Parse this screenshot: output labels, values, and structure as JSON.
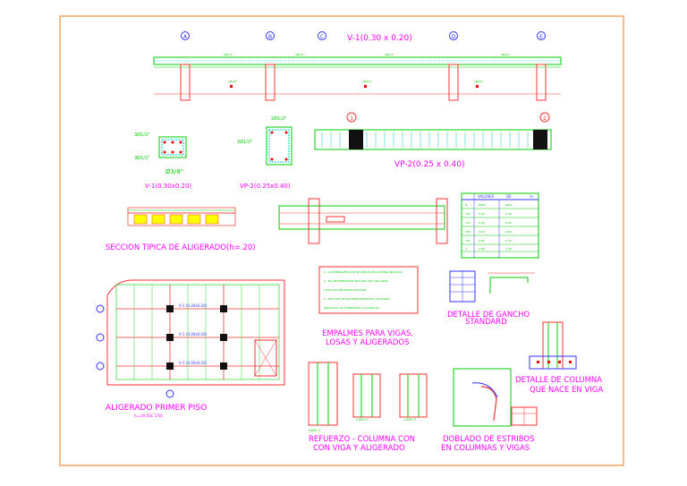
{
  "colors": {
    "border": "#f4a460",
    "steel": "#00cc00",
    "concrete": "#ff3333",
    "labels_magenta": "#ff00ff",
    "labels_blue": "#3333ff",
    "hatch": "#00cccc",
    "section_red": "#ff0000"
  },
  "grid_bubbles_top": [
    "A",
    "B",
    "C",
    "D",
    "E"
  ],
  "beam_v1": {
    "title": "V-1(0.30 x 0.20)"
  },
  "section_v1": {
    "label": "V-1(0.30x0.20)",
    "stirrup": "Ø3/8\"",
    "bars_top": "3Ø1/2\"",
    "bars_bottom": "3Ø1/2\""
  },
  "section_vp2": {
    "label": "VP-2(0.25x0.40)",
    "bars_top": "2Ø1/2\"",
    "bars_bottom": "2Ø1/2\""
  },
  "beam_vp2": {
    "title": "VP-2(0.25 x 0.40)",
    "bubble_left": "1",
    "bubble_right": "2"
  },
  "aligerado_section": {
    "title": "SECCION TIPICA DE ALIGERADO(h=.20)"
  },
  "empalmes": {
    "title_line1": "EMPALMES PARA VIGAS,",
    "title_line2": "LOSAS Y ALIGERADOS"
  },
  "table": {
    "header": [
      "VALORES",
      "DE",
      "m"
    ],
    "rows": [
      [
        "Ø",
        "Ø3/8",
        "Ø3/8"
      ],
      [
        "3/8\"",
        "0.30",
        "0.40"
      ],
      [
        "1/2\"",
        "0.40",
        "0.50"
      ],
      [
        "5/8\"",
        "0.50",
        "0.60"
      ],
      [
        "3/4\"",
        "0.60",
        "0.70"
      ],
      [
        "1\"",
        "1.20",
        "1.50"
      ]
    ]
  },
  "gancho": {
    "title_line1": "DETALLE DE GANCHO",
    "title_line2": "STANDARD"
  },
  "columna_viga": {
    "title_line1": "DETALLE DE COLUMNA",
    "title_line2": "QUE NACE EN VIGA"
  },
  "aligerado_plan": {
    "title": "ALIGERADO PRIMER PISO",
    "subtitle": "h=.20 ESC 1/50",
    "beam_labels": [
      "V-1 (0.30x0.20)",
      "V-1 (0.30x0.20)",
      "V-1 (0.30x0.20)"
    ]
  },
  "refuerzo": {
    "title_line1": "REFUERZO - COLUMNA CON",
    "title_line2": "CON VIGA Y ALIGERADO",
    "casos": [
      "CASO 1",
      "CASO 2",
      "CASO 3"
    ]
  },
  "doblado": {
    "title_line1": "DOBLADO DE ESTRIBOS",
    "title_line2": "EN COLUMNAS Y VIGAS"
  }
}
